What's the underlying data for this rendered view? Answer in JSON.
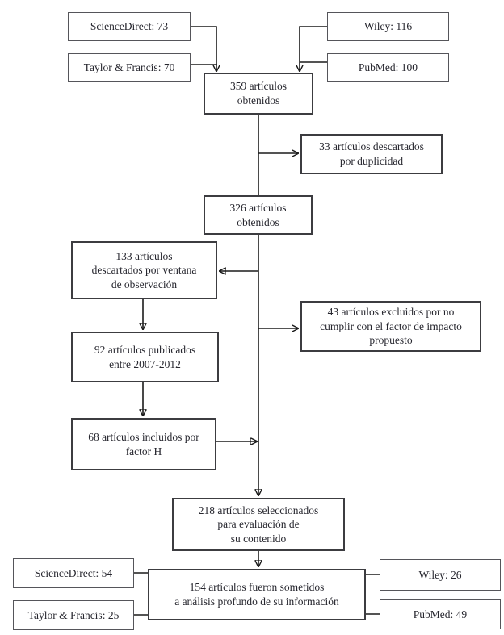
{
  "diagram": {
    "type": "flowchart",
    "language": "es",
    "colors": {
      "background": "#ffffff",
      "box_fill": "#ffffff",
      "box_border": "#3c3c40",
      "source_box_border": "#55555a",
      "line": "#1c1c1c",
      "text": "#26262e"
    },
    "nodes": {
      "sciencedirect_top": "ScienceDirect: 73",
      "taylor_francis_top": "Taylor & Francis: 70",
      "wiley_top": "Wiley: 116",
      "pubmed_top": "PubMed: 100",
      "obtained_359": "359 artículos\nobtenidos",
      "discarded_33": "33 artículos descartados\npor duplicidad",
      "obtained_326": "326 artículos\nobtenidos",
      "discarded_133": "133 artículos\ndescartados por ventana\nde observación",
      "excluded_43": "43 artículos excluidos por no\ncumplir con el factor de impacto\npropuesto",
      "published_92": "92 artículos publicados\nentre 2007-2012",
      "included_68": "68 artículos incluidos por\nfactor H",
      "selected_218": "218 artículos seleccionados\npara evaluación de\nsu contenido",
      "analyzed_154": "154 artículos fueron sometidos\na análisis profundo de su información",
      "sciencedirect_bottom": "ScienceDirect: 54",
      "taylor_francis_bottom": "Taylor & Francis: 25",
      "wiley_bottom": "Wiley: 26",
      "pubmed_bottom": "PubMed: 49"
    }
  }
}
